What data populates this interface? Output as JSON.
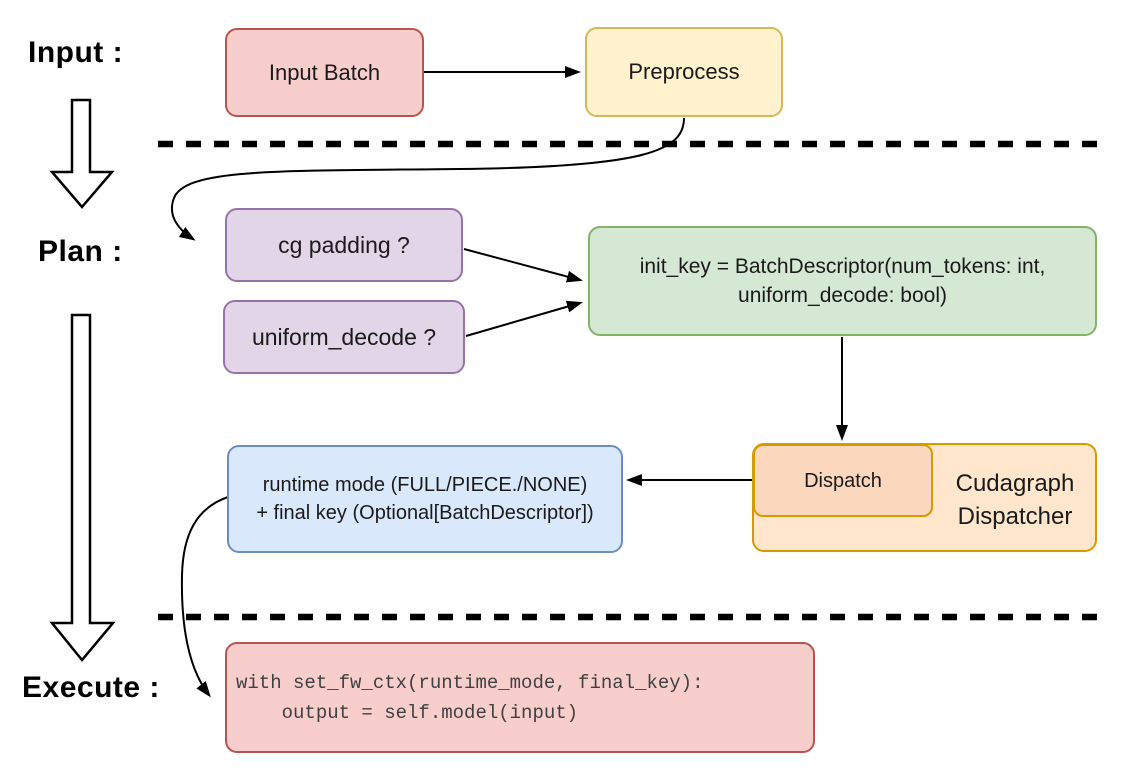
{
  "stages": {
    "input_label": "Input :",
    "plan_label": "Plan :",
    "execute_label": "Execute :"
  },
  "nodes": {
    "input_batch": "Input Batch",
    "preprocess": "Preprocess",
    "cg_padding": "cg padding ?",
    "uniform_decode": "uniform_decode ?",
    "init_key_line1": "init_key = BatchDescriptor(num_tokens: int,",
    "init_key_line2": "uniform_decode: bool)",
    "dispatch": "Dispatch",
    "dispatcher_line1": "Cudagraph",
    "dispatcher_line2": "Dispatcher",
    "runtime_line1": "runtime mode (FULL/PIECE./NONE)",
    "runtime_line2": "+ final key (Optional[BatchDescriptor])",
    "code_line1": "with set_fw_ctx(runtime_mode, final_key):",
    "code_line2": "    output = self.model(input)"
  },
  "colors": {
    "red_fill": "#F8CECC",
    "red_stroke": "#B85450",
    "yellow_fill": "#FFF2CC",
    "yellow_stroke": "#D6B656",
    "purple_fill": "#E1D5E7",
    "purple_stroke": "#9673A6",
    "green_fill": "#D5E8D4",
    "green_stroke": "#82B366",
    "orange_fill": "#FFE6CC",
    "orange_stroke": "#D79B00",
    "orange_inner_fill": "#FAD7BD",
    "blue_fill": "#DAE8FC",
    "blue_stroke": "#6C8EBF",
    "line_color": "#000000",
    "code_text_color": "#404040"
  }
}
